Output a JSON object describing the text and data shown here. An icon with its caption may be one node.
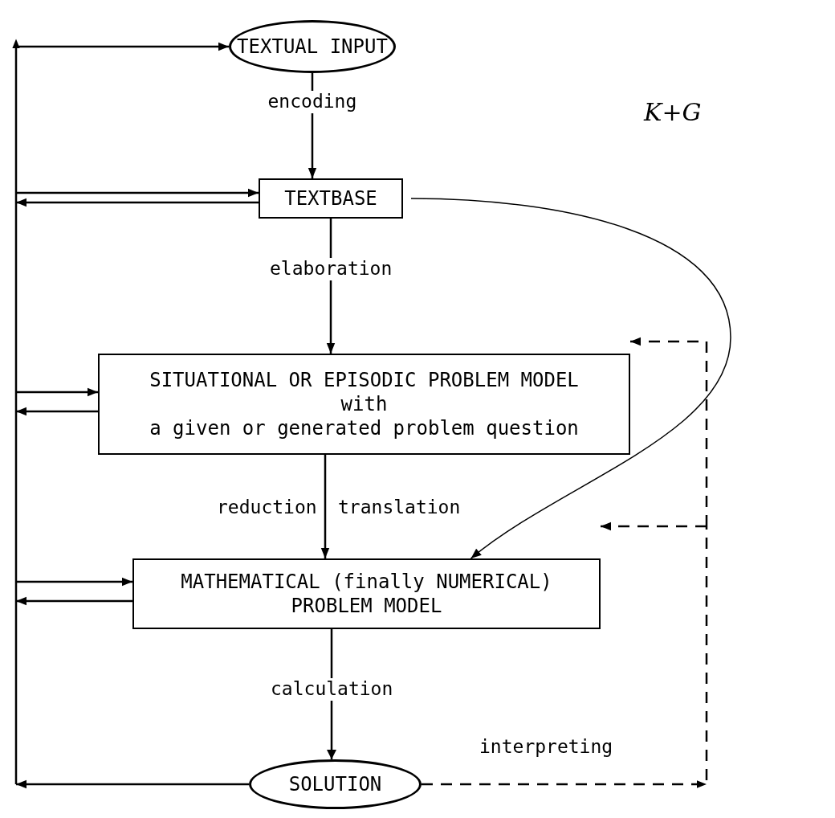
{
  "diagram": {
    "nodes": [
      {
        "text": [
          "TEXTUAL INPUT"
        ]
      },
      {
        "text": [
          "TEXTBASE"
        ]
      },
      {
        "text": [
          "SITUATIONAL OR EPISODIC PROBLEM MODEL",
          "with",
          "a given or generated problem question"
        ]
      },
      {
        "text": [
          "MATHEMATICAL (finally NUMERICAL) PROBLEM MODEL"
        ]
      },
      {
        "text": [
          "SOLUTION"
        ]
      }
    ],
    "edges": [
      {
        "from": 0,
        "to": 1,
        "arrow": "to",
        "label": "encoding"
      },
      {
        "from": 1,
        "to": 2,
        "arrow": "to",
        "label": "elaboration"
      },
      {
        "from": 2,
        "to": 3,
        "arrow": "to",
        "label": "reduction"
      },
      {
        "from": 3,
        "to": 4,
        "arrow": "to",
        "label": "calculation"
      },
      {
        "from": 1,
        "to": 0,
        "arrow": "to"
      },
      {
        "from": 2,
        "to": 0,
        "arrow": "to"
      },
      {
        "from": 3,
        "to": 0,
        "arrow": "to"
      },
      {
        "from": 4,
        "to": 0,
        "arrow": "to"
      },
      {
        "from": null,
        "to": 1,
        "arrow": "to"
      },
      {
        "from": null,
        "to": 2,
        "arrow": "to"
      },
      {
        "from": null,
        "to": 3,
        "arrow": "to"
      },
      {
        "from": 4,
        "to": 3,
        "arrow": "to",
        "style": "dashed",
        "label": "interpreting"
      },
      {
        "from": 4,
        "to": 2,
        "arrow": "to",
        "style": "dashed"
      },
      {
        "from": 1,
        "to": 3,
        "arrow": "to",
        "label": "K+G"
      }
    ],
    "labels": [
      "translation"
    ]
  }
}
